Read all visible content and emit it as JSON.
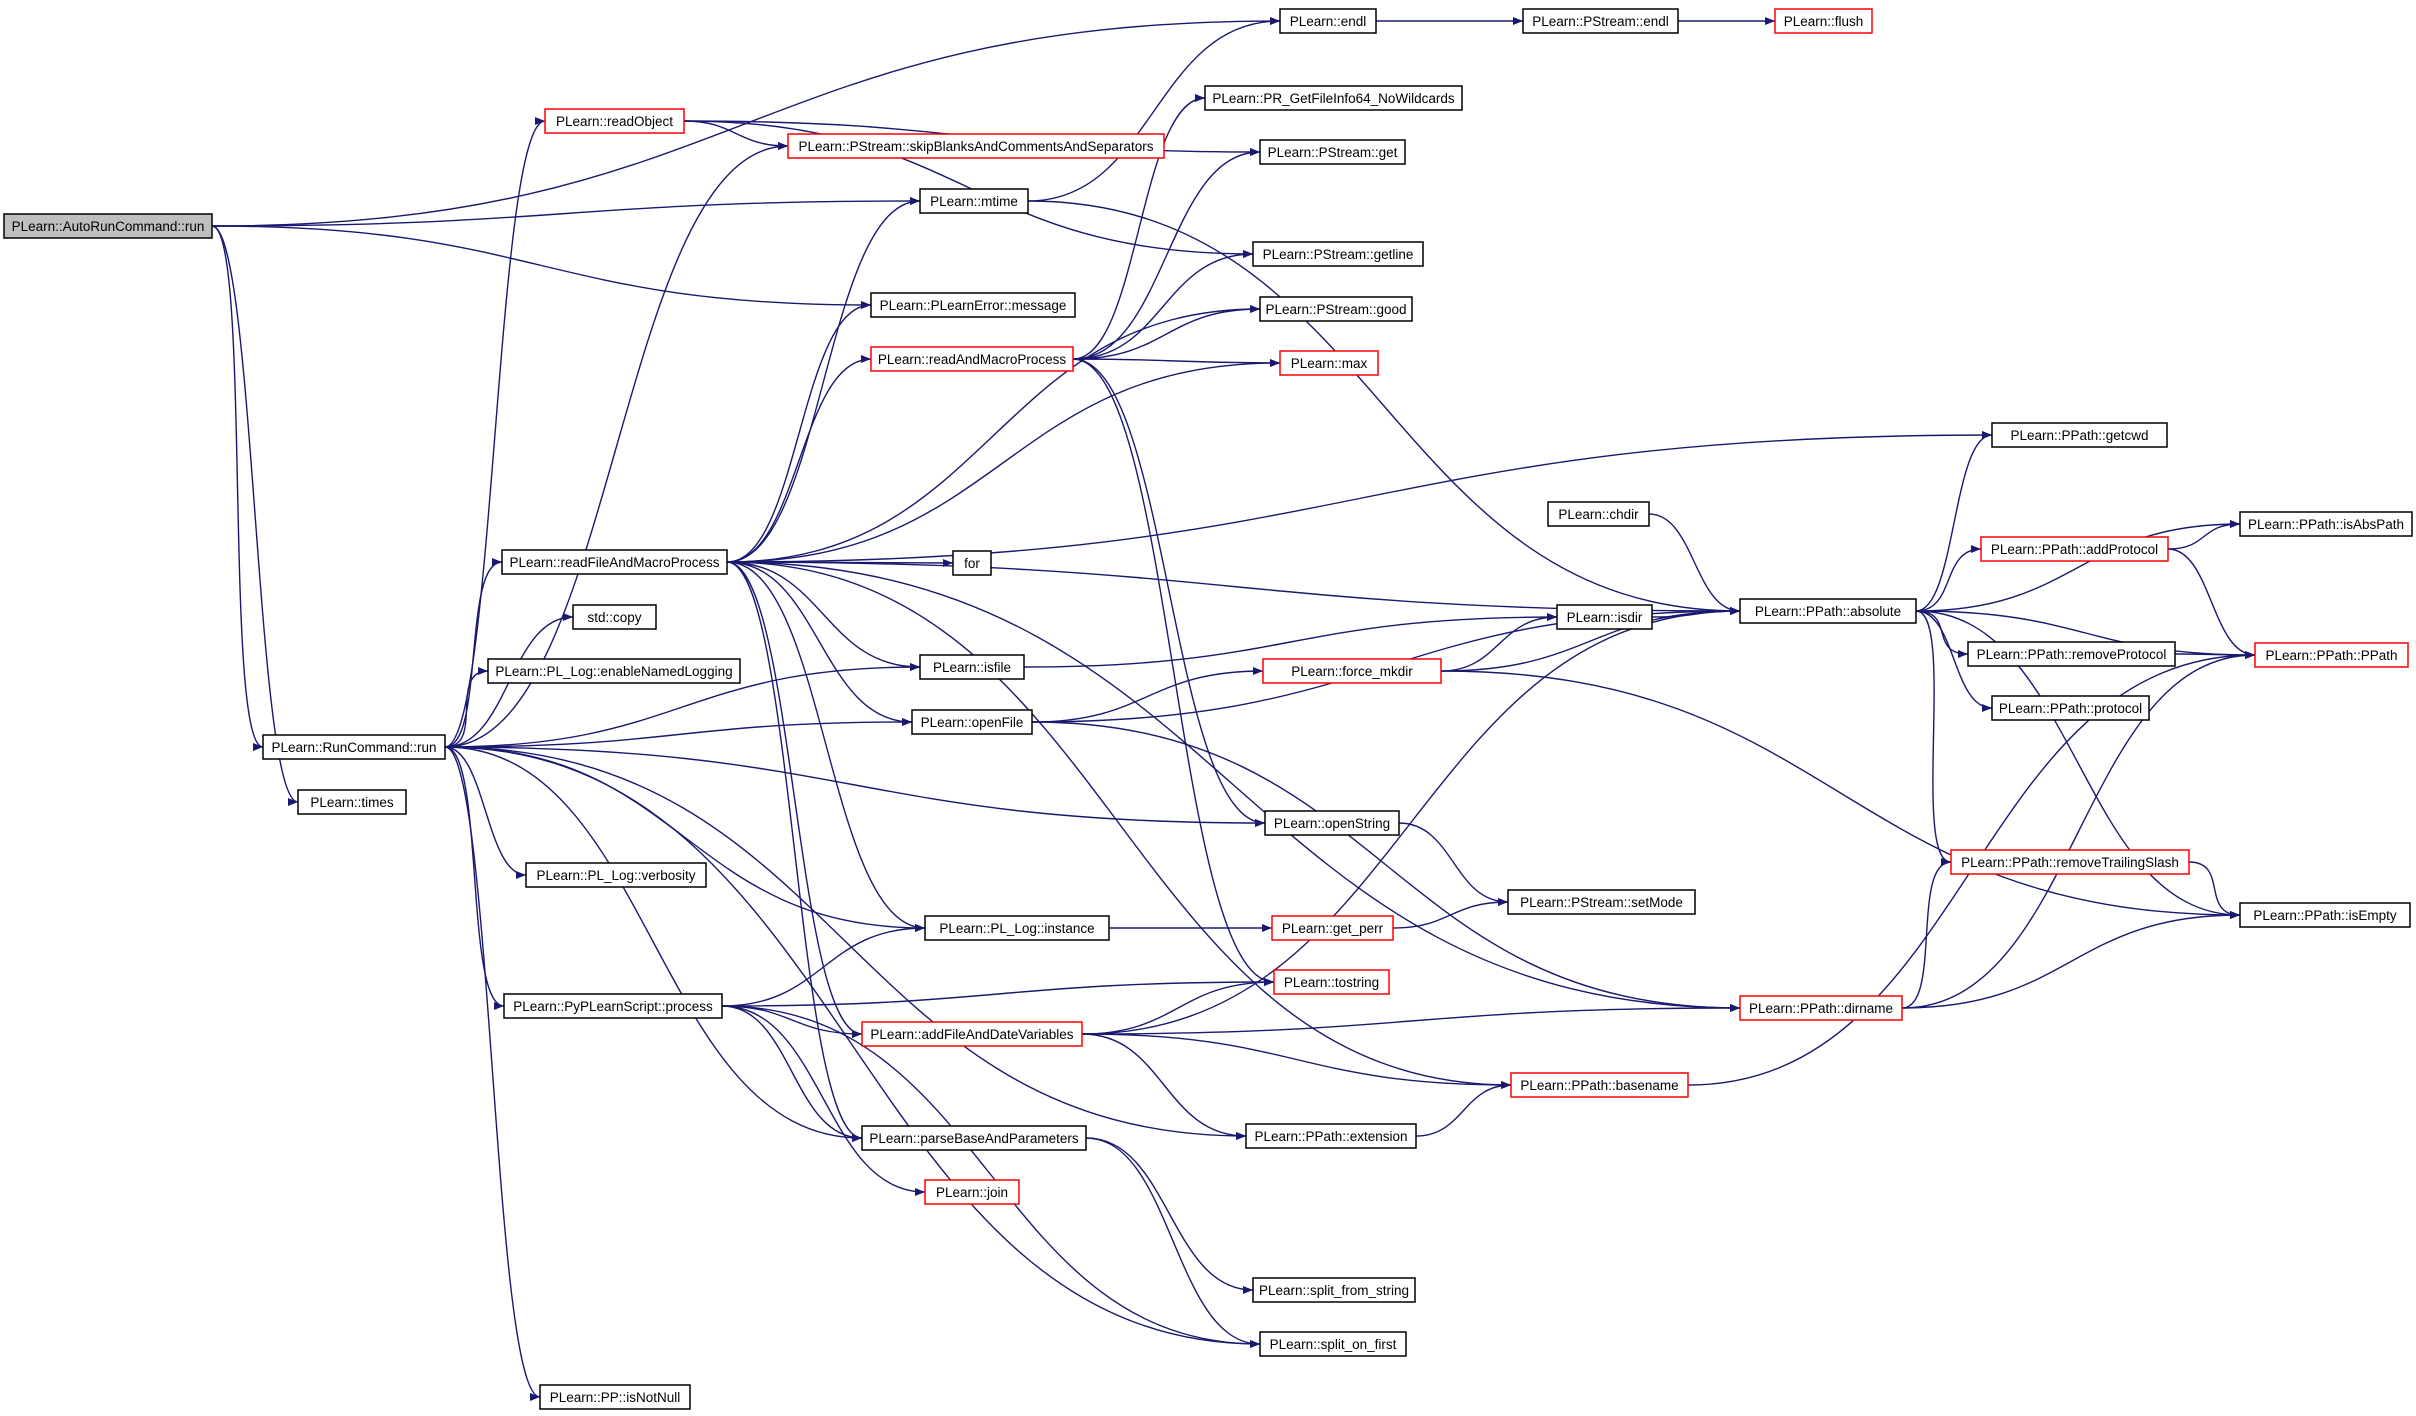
{
  "colors": {
    "edge": "#191970",
    "root_fill": "#bfbfbf",
    "node_fill": "#ffffff",
    "node_border": "#000000",
    "highlight_border": "#ff0000"
  },
  "nodes": [
    {
      "id": "autorun",
      "label": "PLearn::AutoRunCommand::run",
      "style": "root"
    },
    {
      "id": "runcommand",
      "label": "PLearn::RunCommand::run",
      "style": "normal"
    },
    {
      "id": "times",
      "label": "PLearn::times",
      "style": "normal"
    },
    {
      "id": "readobject",
      "label": "PLearn::readObject",
      "style": "red"
    },
    {
      "id": "skipblanks",
      "label": "PLearn::PStream::skipBlanksAndCommentsAndSeparators",
      "style": "red"
    },
    {
      "id": "mtime",
      "label": "PLearn::mtime",
      "style": "normal"
    },
    {
      "id": "plearnerror",
      "label": "PLearn::PLearnError::message",
      "style": "normal"
    },
    {
      "id": "readandmacro",
      "label": "PLearn::readAndMacroProcess",
      "style": "red"
    },
    {
      "id": "readfileandmacro",
      "label": "PLearn::readFileAndMacroProcess",
      "style": "normal"
    },
    {
      "id": "for",
      "label": "for",
      "style": "normal"
    },
    {
      "id": "stdcopy",
      "label": "std::copy",
      "style": "normal"
    },
    {
      "id": "enablenamed",
      "label": "PLearn::PL_Log::enableNamedLogging",
      "style": "normal"
    },
    {
      "id": "isfile",
      "label": "PLearn::isfile",
      "style": "normal"
    },
    {
      "id": "openfile",
      "label": "PLearn::openFile",
      "style": "normal"
    },
    {
      "id": "verbosity",
      "label": "PLearn::PL_Log::verbosity",
      "style": "normal"
    },
    {
      "id": "instance",
      "label": "PLearn::PL_Log::instance",
      "style": "normal"
    },
    {
      "id": "pyscript",
      "label": "PLearn::PyPLearnScript::process",
      "style": "normal"
    },
    {
      "id": "addfiledate",
      "label": "PLearn::addFileAndDateVariables",
      "style": "red"
    },
    {
      "id": "parsebase",
      "label": "PLearn::parseBaseAndParameters",
      "style": "normal"
    },
    {
      "id": "join",
      "label": "PLearn::join",
      "style": "red"
    },
    {
      "id": "isnotnull",
      "label": "PLearn::PP::isNotNull",
      "style": "normal"
    },
    {
      "id": "endl",
      "label": "PLearn::endl",
      "style": "normal"
    },
    {
      "id": "psendl",
      "label": "PLearn::PStream::endl",
      "style": "normal"
    },
    {
      "id": "flush",
      "label": "PLearn::flush",
      "style": "red"
    },
    {
      "id": "prgetfile",
      "label": "PLearn::PR_GetFileInfo64_NoWildcards",
      "style": "normal"
    },
    {
      "id": "psget",
      "label": "PLearn::PStream::get",
      "style": "normal"
    },
    {
      "id": "psgetline",
      "label": "PLearn::PStream::getline",
      "style": "normal"
    },
    {
      "id": "psgood",
      "label": "PLearn::PStream::good",
      "style": "normal"
    },
    {
      "id": "max",
      "label": "PLearn::max",
      "style": "red"
    },
    {
      "id": "openstring",
      "label": "PLearn::openString",
      "style": "normal"
    },
    {
      "id": "getperr",
      "label": "PLearn::get_perr",
      "style": "red"
    },
    {
      "id": "tostring",
      "label": "PLearn::tostring",
      "style": "red"
    },
    {
      "id": "extension",
      "label": "PLearn::PPath::extension",
      "style": "normal"
    },
    {
      "id": "splitfrom",
      "label": "PLearn::split_from_string",
      "style": "normal"
    },
    {
      "id": "splitfirst",
      "label": "PLearn::split_on_first",
      "style": "normal"
    },
    {
      "id": "chdir",
      "label": "PLearn::chdir",
      "style": "normal"
    },
    {
      "id": "isdir",
      "label": "PLearn::isdir",
      "style": "normal"
    },
    {
      "id": "forcemkdir",
      "label": "PLearn::force_mkdir",
      "style": "red"
    },
    {
      "id": "setmode",
      "label": "PLearn::PStream::setMode",
      "style": "normal"
    },
    {
      "id": "basename",
      "label": "PLearn::PPath::basename",
      "style": "red"
    },
    {
      "id": "dirname",
      "label": "PLearn::PPath::dirname",
      "style": "red"
    },
    {
      "id": "absolute",
      "label": "PLearn::PPath::absolute",
      "style": "normal"
    },
    {
      "id": "getcwd",
      "label": "PLearn::PPath::getcwd",
      "style": "normal"
    },
    {
      "id": "addprotocol",
      "label": "PLearn::PPath::addProtocol",
      "style": "red"
    },
    {
      "id": "removeprotocol",
      "label": "PLearn::PPath::removeProtocol",
      "style": "normal"
    },
    {
      "id": "protocol",
      "label": "PLearn::PPath::protocol",
      "style": "normal"
    },
    {
      "id": "removetrailing",
      "label": "PLearn::PPath::removeTrailingSlash",
      "style": "red"
    },
    {
      "id": "isabspath",
      "label": "PLearn::PPath::isAbsPath",
      "style": "normal"
    },
    {
      "id": "ppath",
      "label": "PLearn::PPath::PPath",
      "style": "red"
    },
    {
      "id": "isempty",
      "label": "PLearn::PPath::isEmpty",
      "style": "normal"
    }
  ],
  "edges": [
    [
      "autorun",
      "endl"
    ],
    [
      "autorun",
      "mtime"
    ],
    [
      "autorun",
      "plearnerror"
    ],
    [
      "autorun",
      "runcommand"
    ],
    [
      "autorun",
      "times"
    ],
    [
      "readobject",
      "skipblanks"
    ],
    [
      "readobject",
      "psget"
    ],
    [
      "readobject",
      "psgetline"
    ],
    [
      "mtime",
      "endl"
    ],
    [
      "mtime",
      "absolute"
    ],
    [
      "endl",
      "psendl"
    ],
    [
      "psendl",
      "flush"
    ],
    [
      "readandmacro",
      "prgetfile"
    ],
    [
      "readandmacro",
      "psget"
    ],
    [
      "readandmacro",
      "psgetline"
    ],
    [
      "readandmacro",
      "psgood"
    ],
    [
      "readandmacro",
      "max"
    ],
    [
      "readandmacro",
      "openstring"
    ],
    [
      "readandmacro",
      "tostring"
    ],
    [
      "runcommand",
      "readobject"
    ],
    [
      "runcommand",
      "skipblanks"
    ],
    [
      "runcommand",
      "readfileandmacro"
    ],
    [
      "runcommand",
      "stdcopy"
    ],
    [
      "runcommand",
      "enablenamed"
    ],
    [
      "runcommand",
      "isfile"
    ],
    [
      "runcommand",
      "openfile"
    ],
    [
      "runcommand",
      "openstring"
    ],
    [
      "runcommand",
      "verbosity"
    ],
    [
      "runcommand",
      "instance"
    ],
    [
      "runcommand",
      "pyscript"
    ],
    [
      "runcommand",
      "parsebase"
    ],
    [
      "runcommand",
      "extension"
    ],
    [
      "runcommand",
      "splitfirst"
    ],
    [
      "runcommand",
      "isnotnull"
    ],
    [
      "readfileandmacro",
      "mtime"
    ],
    [
      "readfileandmacro",
      "plearnerror"
    ],
    [
      "readfileandmacro",
      "readandmacro"
    ],
    [
      "readfileandmacro",
      "psgood"
    ],
    [
      "readfileandmacro",
      "max"
    ],
    [
      "readfileandmacro",
      "getcwd"
    ],
    [
      "readfileandmacro",
      "absolute"
    ],
    [
      "readfileandmacro",
      "for"
    ],
    [
      "readfileandmacro",
      "isfile"
    ],
    [
      "readfileandmacro",
      "openfile"
    ],
    [
      "readfileandmacro",
      "addfiledate"
    ],
    [
      "readfileandmacro",
      "parsebase"
    ],
    [
      "readfileandmacro",
      "basename"
    ],
    [
      "readfileandmacro",
      "dirname"
    ],
    [
      "readfileandmacro",
      "instance"
    ],
    [
      "isfile",
      "isdir"
    ],
    [
      "openfile",
      "absolute"
    ],
    [
      "openfile",
      "forcemkdir"
    ],
    [
      "openfile",
      "dirname"
    ],
    [
      "pyscript",
      "instance"
    ],
    [
      "pyscript",
      "tostring"
    ],
    [
      "pyscript",
      "addfiledate"
    ],
    [
      "pyscript",
      "parsebase"
    ],
    [
      "pyscript",
      "join"
    ],
    [
      "pyscript",
      "splitfirst"
    ],
    [
      "addfiledate",
      "tostring"
    ],
    [
      "addfiledate",
      "absolute"
    ],
    [
      "addfiledate",
      "basename"
    ],
    [
      "addfiledate",
      "extension"
    ],
    [
      "addfiledate",
      "dirname"
    ],
    [
      "parsebase",
      "splitfrom"
    ],
    [
      "parsebase",
      "splitfirst"
    ],
    [
      "instance",
      "getperr"
    ],
    [
      "getperr",
      "setmode"
    ],
    [
      "openstring",
      "setmode"
    ],
    [
      "extension",
      "basename"
    ],
    [
      "basename",
      "ppath"
    ],
    [
      "chdir",
      "absolute"
    ],
    [
      "isdir",
      "absolute"
    ],
    [
      "forcemkdir",
      "isdir"
    ],
    [
      "forcemkdir",
      "absolute"
    ],
    [
      "forcemkdir",
      "isempty"
    ],
    [
      "dirname",
      "removetrailing"
    ],
    [
      "dirname",
      "ppath"
    ],
    [
      "dirname",
      "isempty"
    ],
    [
      "absolute",
      "getcwd"
    ],
    [
      "absolute",
      "isabspath"
    ],
    [
      "absolute",
      "addprotocol"
    ],
    [
      "absolute",
      "ppath"
    ],
    [
      "absolute",
      "removeprotocol"
    ],
    [
      "absolute",
      "protocol"
    ],
    [
      "absolute",
      "removetrailing"
    ],
    [
      "absolute",
      "isempty"
    ],
    [
      "addprotocol",
      "isabspath"
    ],
    [
      "addprotocol",
      "ppath"
    ],
    [
      "removeprotocol",
      "ppath"
    ],
    [
      "removetrailing",
      "isempty"
    ]
  ]
}
